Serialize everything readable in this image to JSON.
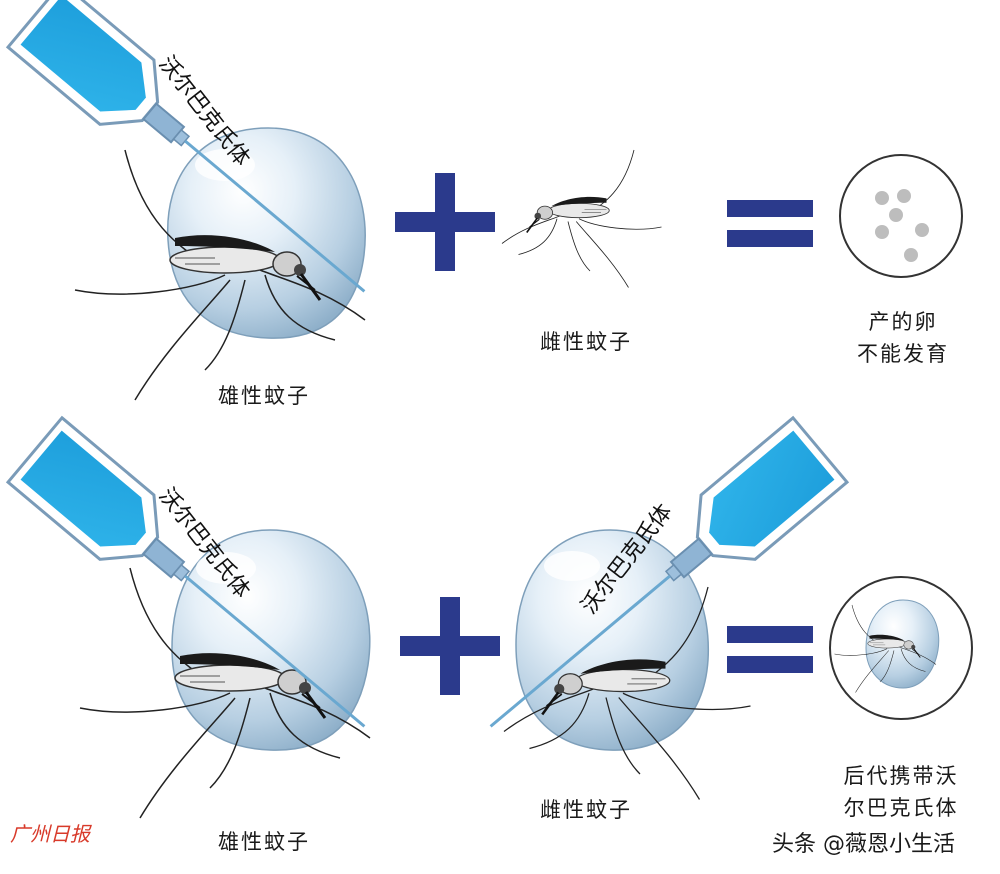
{
  "row1": {
    "syringe_label": "沃尔巴克氏体",
    "male_caption": "雄性蚊子",
    "female_caption": "雌性蚊子",
    "result_line1": "产的卵",
    "result_line2": "不能发育"
  },
  "row2": {
    "syringe_label_left": "沃尔巴克氏体",
    "syringe_label_right": "沃尔巴克氏体",
    "male_caption": "雄性蚊子",
    "female_caption": "雌性蚊子",
    "result_line1": "后代携带沃",
    "result_line2": "尔巴克氏体"
  },
  "logo_text": "广州日报",
  "watermark": "头条 @薇恩小生活",
  "colors": {
    "operator": "#2b3a8c",
    "syringe_fluid": "#27a8e0",
    "droplet": "#b9d3e6",
    "needle": "#5aa0c8"
  },
  "icons": [
    "syringe-icon",
    "droplet-icon",
    "mosquito-icon",
    "plus-icon",
    "equals-icon",
    "egg-icon"
  ]
}
